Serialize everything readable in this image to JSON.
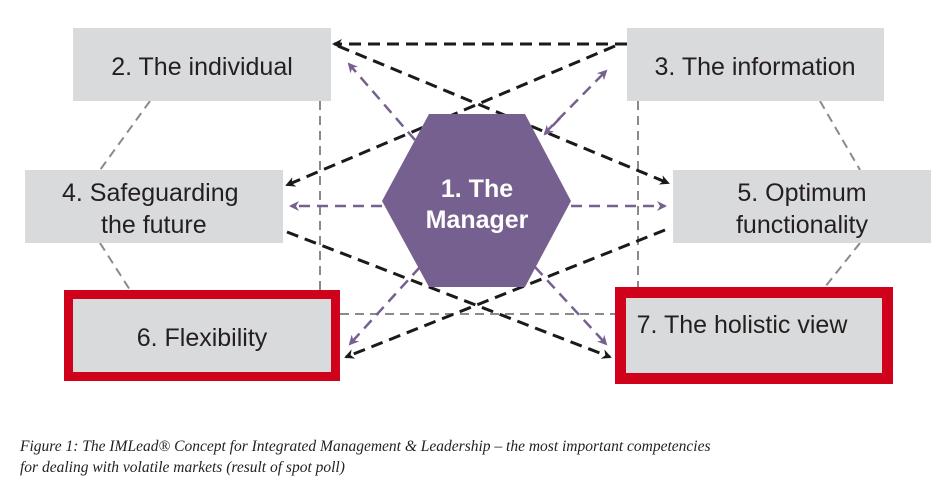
{
  "diagram": {
    "center": {
      "line1": "1. The",
      "line2": "Manager"
    },
    "nodes": {
      "individual": "2. The individual",
      "information": "3. The information",
      "safeguarding": {
        "line1": "4.  Safeguarding",
        "line2": "the future"
      },
      "optimum": {
        "line1": "5. Optimum",
        "line2": "functionality"
      },
      "flexibility": "6. Flexibility",
      "holistic": "7. The holistic view"
    },
    "colors": {
      "center": "#76608f",
      "highlight": "#d0021b",
      "box": "#d9dadb"
    }
  },
  "caption": {
    "line1": "Figure 1: The IMLead® Concept for Integrated Management & Leadership – the most important competencies",
    "line2": "for dealing with volatile markets (result of spot poll)"
  }
}
